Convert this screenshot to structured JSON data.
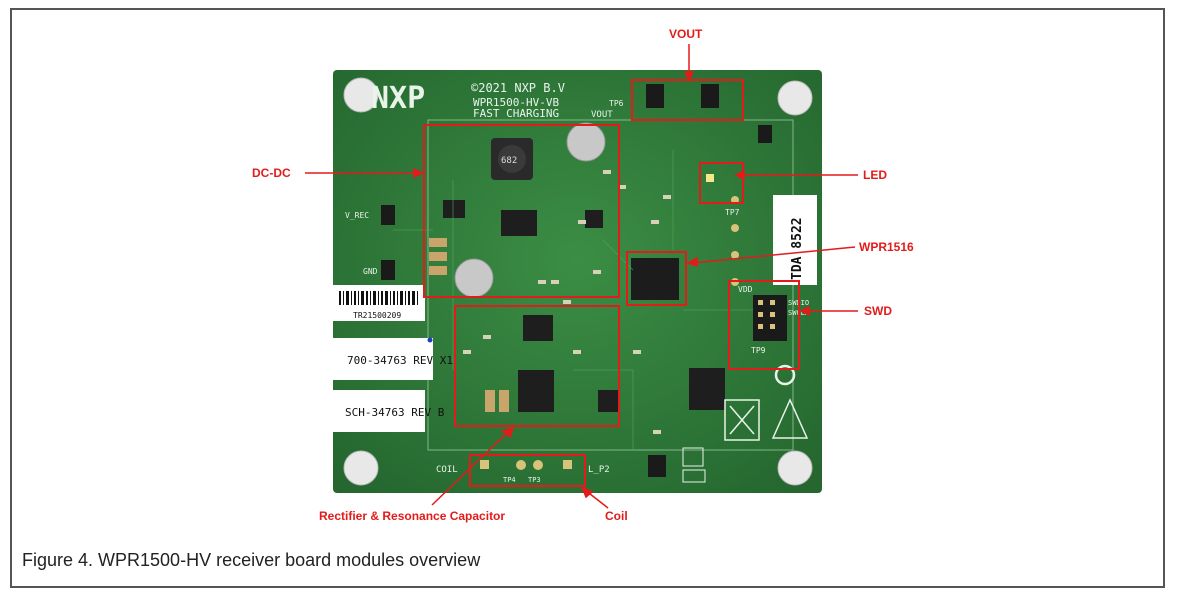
{
  "callouts": {
    "vout": "VOUT",
    "dcdc": "DC-DC",
    "led": "LED",
    "wpr1516": "WPR1516",
    "swd": "SWD",
    "rectifier": "Rectifier & Resonance Capacitor",
    "coil": "Coil"
  },
  "board": {
    "logo": "NXP",
    "copyright": "©2021 NXP B.V",
    "model": "WPR1500-HV-VB",
    "subtitle": "FAST CHARGING",
    "vout_silk": "VOUT",
    "sticker_tda": "TDA 8522",
    "sticker_barcode": "TR21500209",
    "sticker_rev": "700-34763 REV X1",
    "sticker_sch": "SCH-34763 REV B",
    "silk_coil": "COIL",
    "silk_coil_p2": "L_P2",
    "silk_v_rec": "V_REC",
    "silk_gnd": "GND",
    "silk_vdd": "VDD",
    "silk_swdio": "SWDIO",
    "silk_swclk": "SWCLK",
    "silk_tp9": "TP9",
    "silk_tp7": "TP7",
    "silk_tp6": "TP6",
    "silk_tp4": "TP4",
    "silk_tp3": "TP3"
  },
  "caption": {
    "text": "Figure 4.  WPR1500-HV receiver board modules overview"
  },
  "colors": {
    "pcb": "#2e7d3a",
    "annotation": "#e31b1b"
  }
}
